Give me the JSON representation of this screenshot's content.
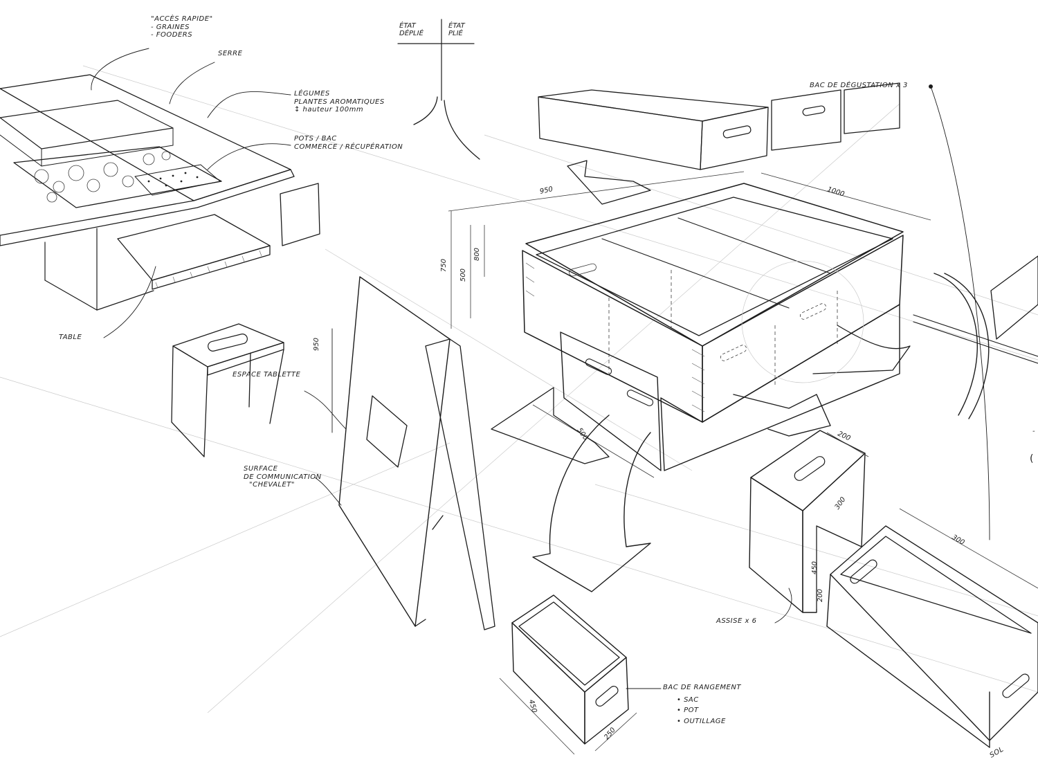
{
  "legend": {
    "unfolded_line1": "ÉTAT",
    "unfolded_line2": "DÉPLIÉ",
    "folded_line1": "ÉTAT",
    "folded_line2": "PLIÉ"
  },
  "annotations": {
    "quick_access_title": "\"ACCÈS RAPIDE\"",
    "quick_access_item1": "- GRAINES",
    "quick_access_item2": "- FOODERS",
    "greenhouse": "SERRE",
    "vegetables_line1": "LÉGUMES",
    "vegetables_line2": "PLANTES AROMATIQUES",
    "vegetables_height": "↕ hauteur 100mm",
    "pots_line1": "POTS / BAC",
    "pots_line2": "COMMERCE / RÉCUPÉRATION",
    "table": "TABLE",
    "shelf_space": "ESPACE TABLETTE",
    "comm_line1": "SURFACE",
    "comm_line2": "DE COMMUNICATION",
    "comm_line3": "\"CHEVALET\"",
    "tasting_bin": "BAC DE DÉGUSTATION x 3",
    "seat": "ASSISE x 6",
    "storage_title": "BAC DE RANGEMENT",
    "storage_item1": "• SAC",
    "storage_item2": "• POT",
    "storage_item3": "• OUTILLAGE",
    "soil": "SOL",
    "cut_paren": "(",
    "cut_dash": "-"
  },
  "dimensions": {
    "width_950": "950",
    "depth_1000": "1000",
    "height_750": "750",
    "height_500": "500",
    "height_800": "800",
    "easel_950": "950",
    "base_500": "500",
    "seat_200_top": "200",
    "seat_300": "300",
    "seat_450": "450",
    "seat_200_side": "200",
    "bin_300": "300",
    "storage_450": "450",
    "storage_250": "250"
  },
  "colors": {
    "ink": "#1c1c1c",
    "paper": "#ffffff",
    "guide": "#c9c9c9"
  }
}
